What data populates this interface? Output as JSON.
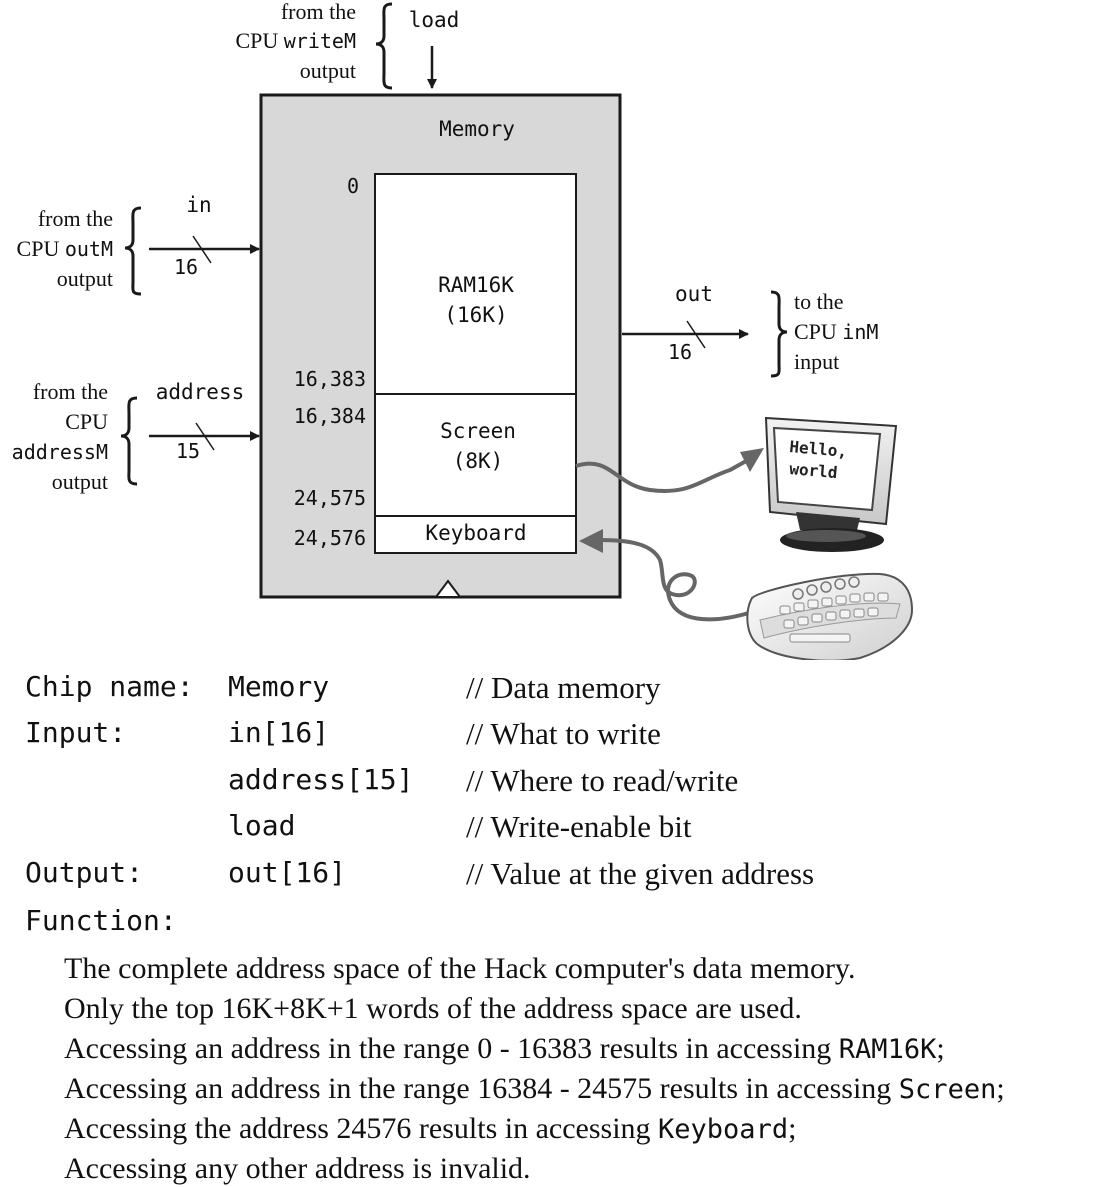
{
  "diagram": {
    "chip_title": "Memory",
    "load_label": "load",
    "load_source": {
      "line1": "from the",
      "line2_prefix": "CPU ",
      "line2_code": "writeM",
      "line3": "output"
    },
    "in_label": "in",
    "in_width": "16",
    "in_source": {
      "line1": "from the",
      "line2_prefix": "CPU ",
      "line2_code": "outM",
      "line3": "output"
    },
    "address_label": "address",
    "address_width": "15",
    "address_source": {
      "line1": "from the",
      "line2": "CPU",
      "line3_code": "addressM",
      "line4": "output"
    },
    "out_label": "out",
    "out_width": "16",
    "out_dest": {
      "line1": "to the",
      "line2_prefix": "CPU ",
      "line2_code": "inM",
      "line3": "input"
    },
    "regions": [
      {
        "name": "RAM16K",
        "size": "(16K)"
      },
      {
        "name": "Screen",
        "size": "(8K)"
      },
      {
        "name": "Keyboard",
        "size": ""
      }
    ],
    "addresses": [
      "0",
      "16,383",
      "16,384",
      "24,575",
      "24,576"
    ],
    "screen_text": [
      "Hello,",
      "world"
    ]
  },
  "spec": {
    "chip_name": {
      "kw": "Chip name:",
      "sig": "Memory",
      "comment": "// Data memory"
    },
    "inputs": [
      {
        "kw": "Input:",
        "sig": "in[16]",
        "comment": "// What to write"
      },
      {
        "kw": "",
        "sig": "address[15]",
        "comment": "// Where to read/write"
      },
      {
        "kw": "",
        "sig": "load",
        "comment": "// Write-enable bit"
      }
    ],
    "output": {
      "kw": "Output:",
      "sig": "out[16]",
      "comment": "// Value at the given address"
    },
    "function_kw": "Function:",
    "function_lines": [
      {
        "text": "The complete address space of the Hack computer's data memory.",
        "code": "",
        "tail": ""
      },
      {
        "text": "Only the top 16K+8K+1 words of the address space are used.",
        "code": "",
        "tail": ""
      },
      {
        "text": "Accessing an address in the range 0 - 16383 results in accessing ",
        "code": "RAM16K",
        "tail": ";"
      },
      {
        "text": "Accessing an address in the range 16384 - 24575 results in accessing ",
        "code": "Screen",
        "tail": ";"
      },
      {
        "text": "Accessing the address 24576 results in accessing ",
        "code": "Keyboard",
        "tail": ";"
      },
      {
        "text": "Accessing any other address is invalid.",
        "code": "",
        "tail": ""
      }
    ]
  },
  "colors": {
    "chip_fill": "#d8d8d8",
    "line": "#1a1a1a",
    "peripheral_wire": "#666666"
  }
}
